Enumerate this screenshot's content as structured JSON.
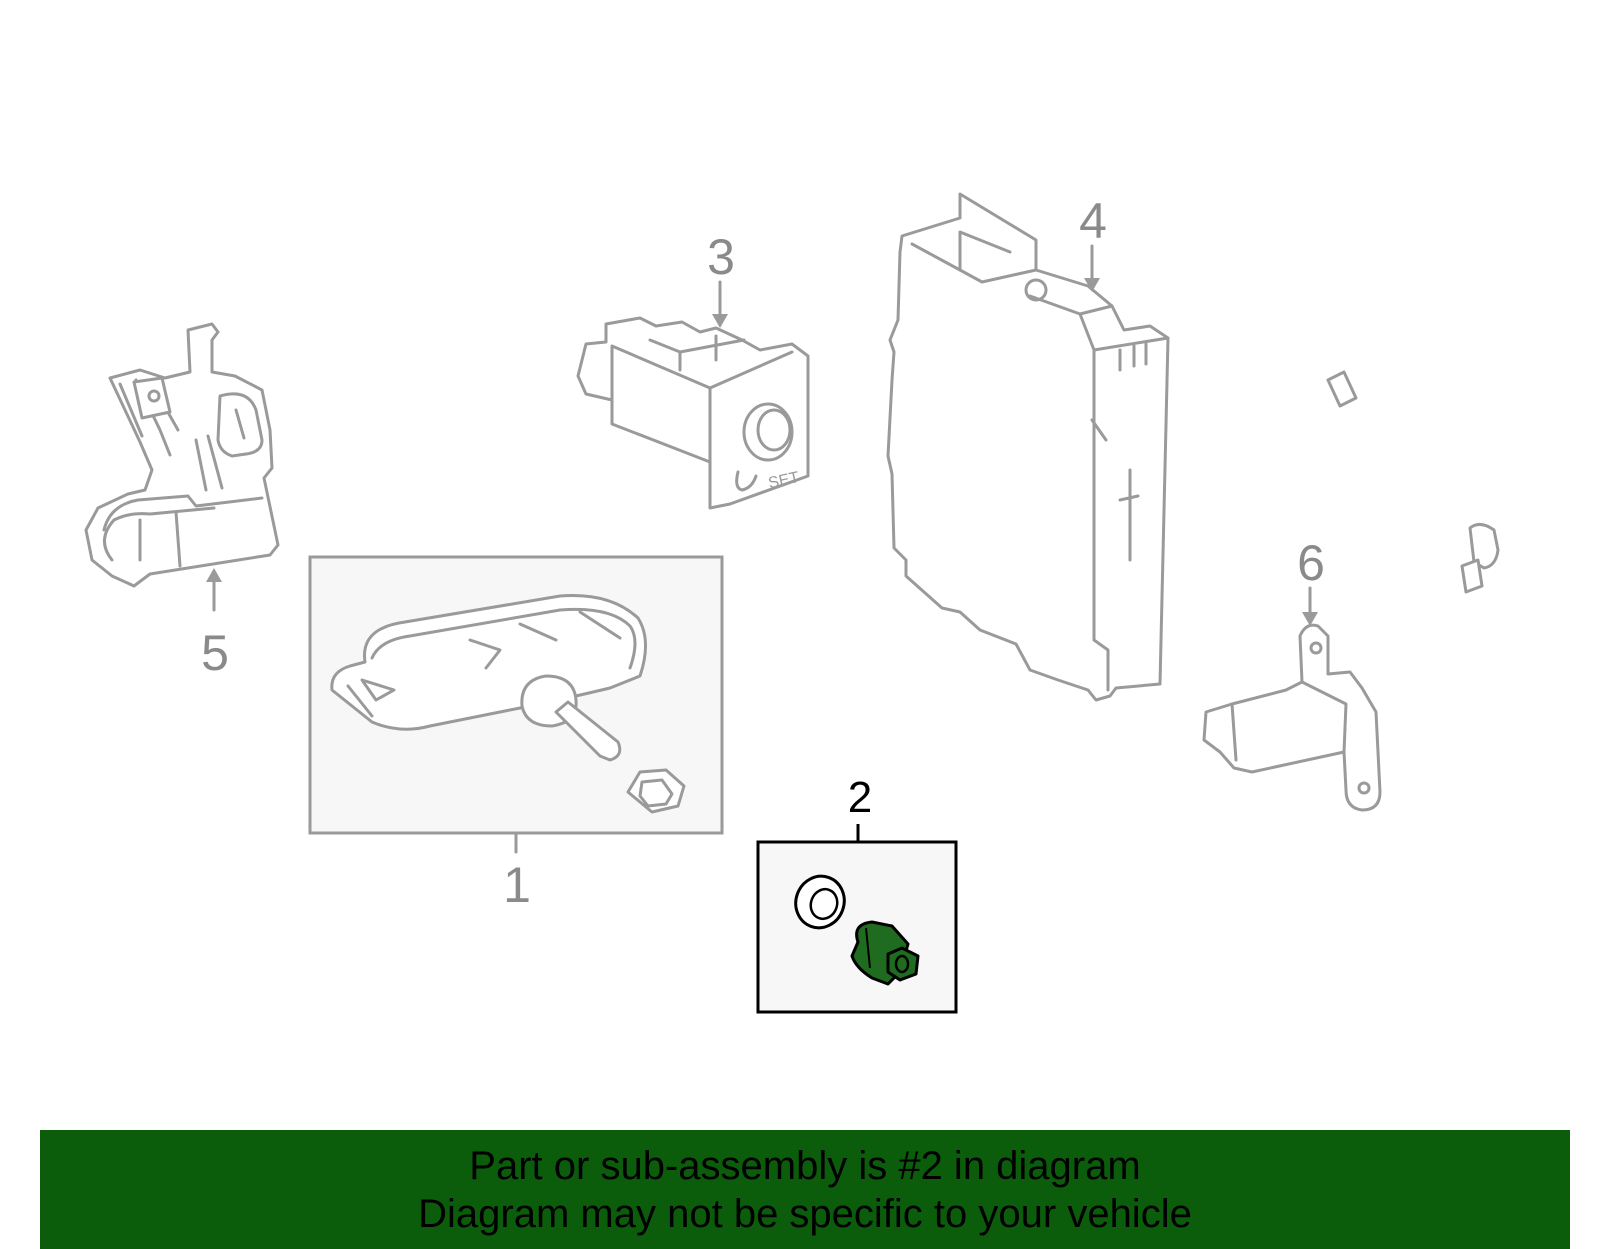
{
  "colors": {
    "banner_bg": "#0b5d0b",
    "highlight_part": "#1f6b1f",
    "line": "#9a9a9a",
    "box_bg": "#f7f7f7"
  },
  "callouts": {
    "part_1": "1",
    "part_2": "2",
    "part_3": "3",
    "part_4": "4",
    "part_5": "5",
    "part_6": "6"
  },
  "part_labels": {
    "part_3_button": "SET"
  },
  "banner": {
    "line1": "Part or sub-assembly is #2 in diagram",
    "line2": "Diagram may not be specific to your vehicle"
  }
}
